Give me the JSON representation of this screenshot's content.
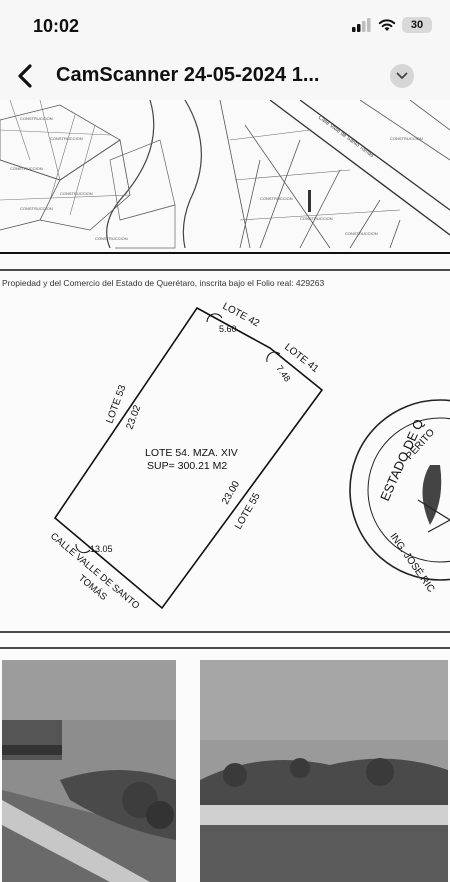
{
  "status_bar": {
    "time": "10:02",
    "battery": "30",
    "icons": [
      "signal-icon",
      "wifi-icon",
      "battery-icon"
    ]
  },
  "nav": {
    "title": "CamScanner 24-05-2024 1...",
    "back_icon": "chevron-left-icon",
    "menu_icon": "chevron-down-icon"
  },
  "document": {
    "registry_text": "Propiedad y del Comercio del Estado de Querétaro, inscrita bajo el Folio real: 429263",
    "street_label_top": "Calle Valle de Santo Tomás",
    "plot": {
      "lot_top": "LOTE 42",
      "dim_top": "5.60",
      "lot_right_top": "LOTE 41",
      "dim_right_top": "7.48",
      "lot_left": "LOTE 53",
      "dim_left": "23.02",
      "lot_bottom_right": "LOTE 55",
      "dim_bottom_right": "23.00",
      "dim_bottom": "13.05",
      "street_line1": "CALLE VALLE DE SANTO",
      "street_line2": "TOMÁS",
      "center_line1": "LOTE 54. MZA. XIV",
      "center_line2": "SUP= 300.21 M2"
    },
    "seal": {
      "line1": "ESTADO DE Q",
      "line2": "PERITO",
      "line3": "ING. JOSÉ RIC"
    }
  }
}
